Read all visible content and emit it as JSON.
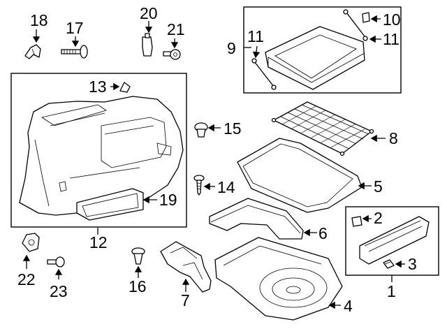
{
  "callouts": {
    "c1": "1",
    "c2": "2",
    "c3": "3",
    "c4": "4",
    "c5": "5",
    "c6": "6",
    "c7": "7",
    "c8": "8",
    "c9": "9",
    "c10": "10",
    "c11a": "11",
    "c11b": "11",
    "c12": "12",
    "c13": "13",
    "c14": "14",
    "c15": "15",
    "c16": "16",
    "c17": "17",
    "c18": "18",
    "c19": "19",
    "c20": "20",
    "c21": "21",
    "c22": "22",
    "c23": "23"
  },
  "colors": {
    "line": "#000000",
    "background": "#ffffff"
  }
}
